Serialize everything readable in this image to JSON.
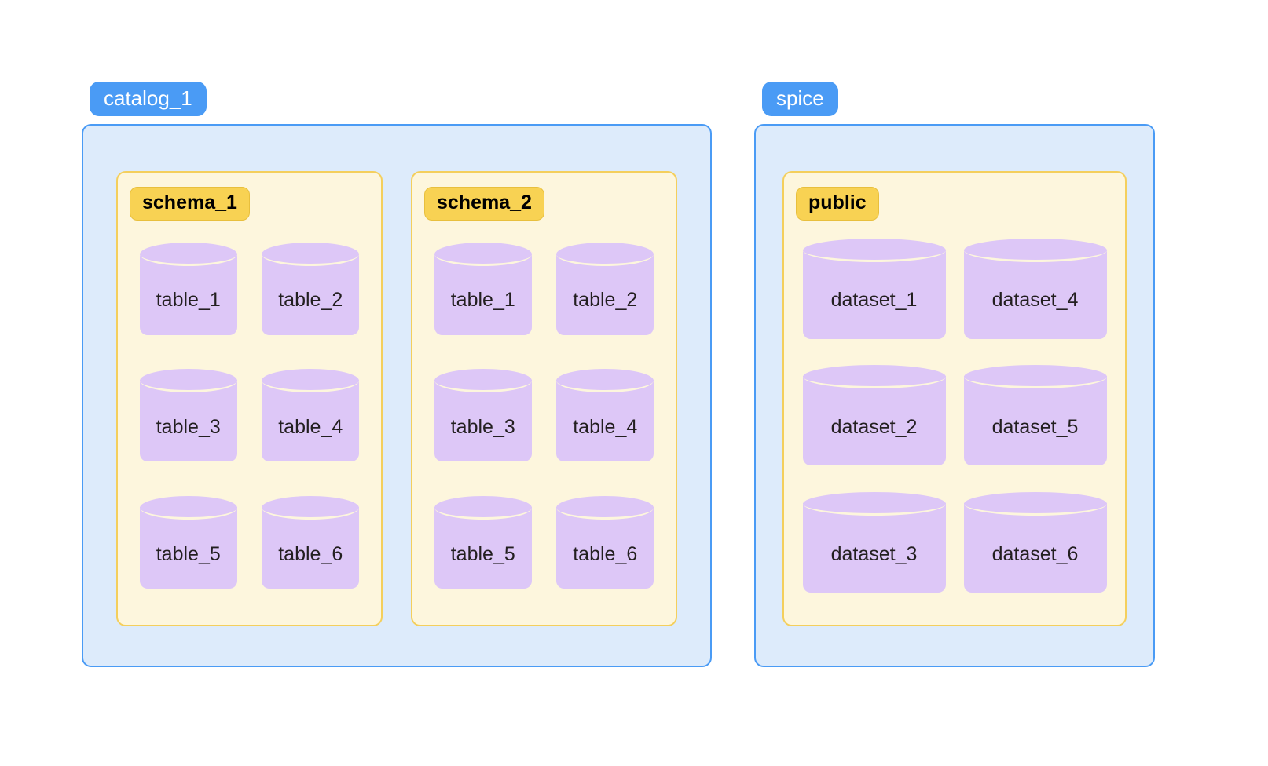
{
  "diagram": {
    "type": "nested-container-diagram",
    "title": "",
    "colors": {
      "catalog_badge_bg": "#4a9bf5",
      "catalog_badge_text": "#ffffff",
      "catalog_box_bg": "#ddebfb",
      "catalog_box_border": "#4a9bf5",
      "schema_panel_bg": "#fdf6dd",
      "schema_panel_border": "#f4cf5c",
      "schema_badge_bg": "#f8d253",
      "schema_badge_text": "#000000",
      "cylinder_fill": "#ddc7f7",
      "cylinder_label": "#231f20",
      "page_bg": "#ffffff"
    },
    "catalogs": [
      {
        "name": "catalog_1",
        "schemas": [
          {
            "name": "schema_1",
            "objects": [
              {
                "label": "table_1",
                "icon": "database-cylinder-icon"
              },
              {
                "label": "table_2",
                "icon": "database-cylinder-icon"
              },
              {
                "label": "table_3",
                "icon": "database-cylinder-icon"
              },
              {
                "label": "table_4",
                "icon": "database-cylinder-icon"
              },
              {
                "label": "table_5",
                "icon": "database-cylinder-icon"
              },
              {
                "label": "table_6",
                "icon": "database-cylinder-icon"
              }
            ]
          },
          {
            "name": "schema_2",
            "objects": [
              {
                "label": "table_1",
                "icon": "database-cylinder-icon"
              },
              {
                "label": "table_2",
                "icon": "database-cylinder-icon"
              },
              {
                "label": "table_3",
                "icon": "database-cylinder-icon"
              },
              {
                "label": "table_4",
                "icon": "database-cylinder-icon"
              },
              {
                "label": "table_5",
                "icon": "database-cylinder-icon"
              },
              {
                "label": "table_6",
                "icon": "database-cylinder-icon"
              }
            ]
          }
        ]
      },
      {
        "name": "spice",
        "schemas": [
          {
            "name": "public",
            "objects": [
              {
                "label": "dataset_1",
                "icon": "database-cylinder-icon"
              },
              {
                "label": "dataset_4",
                "icon": "database-cylinder-icon"
              },
              {
                "label": "dataset_2",
                "icon": "database-cylinder-icon"
              },
              {
                "label": "dataset_5",
                "icon": "database-cylinder-icon"
              },
              {
                "label": "dataset_3",
                "icon": "database-cylinder-icon"
              },
              {
                "label": "dataset_6",
                "icon": "database-cylinder-icon"
              }
            ]
          }
        ]
      }
    ]
  }
}
